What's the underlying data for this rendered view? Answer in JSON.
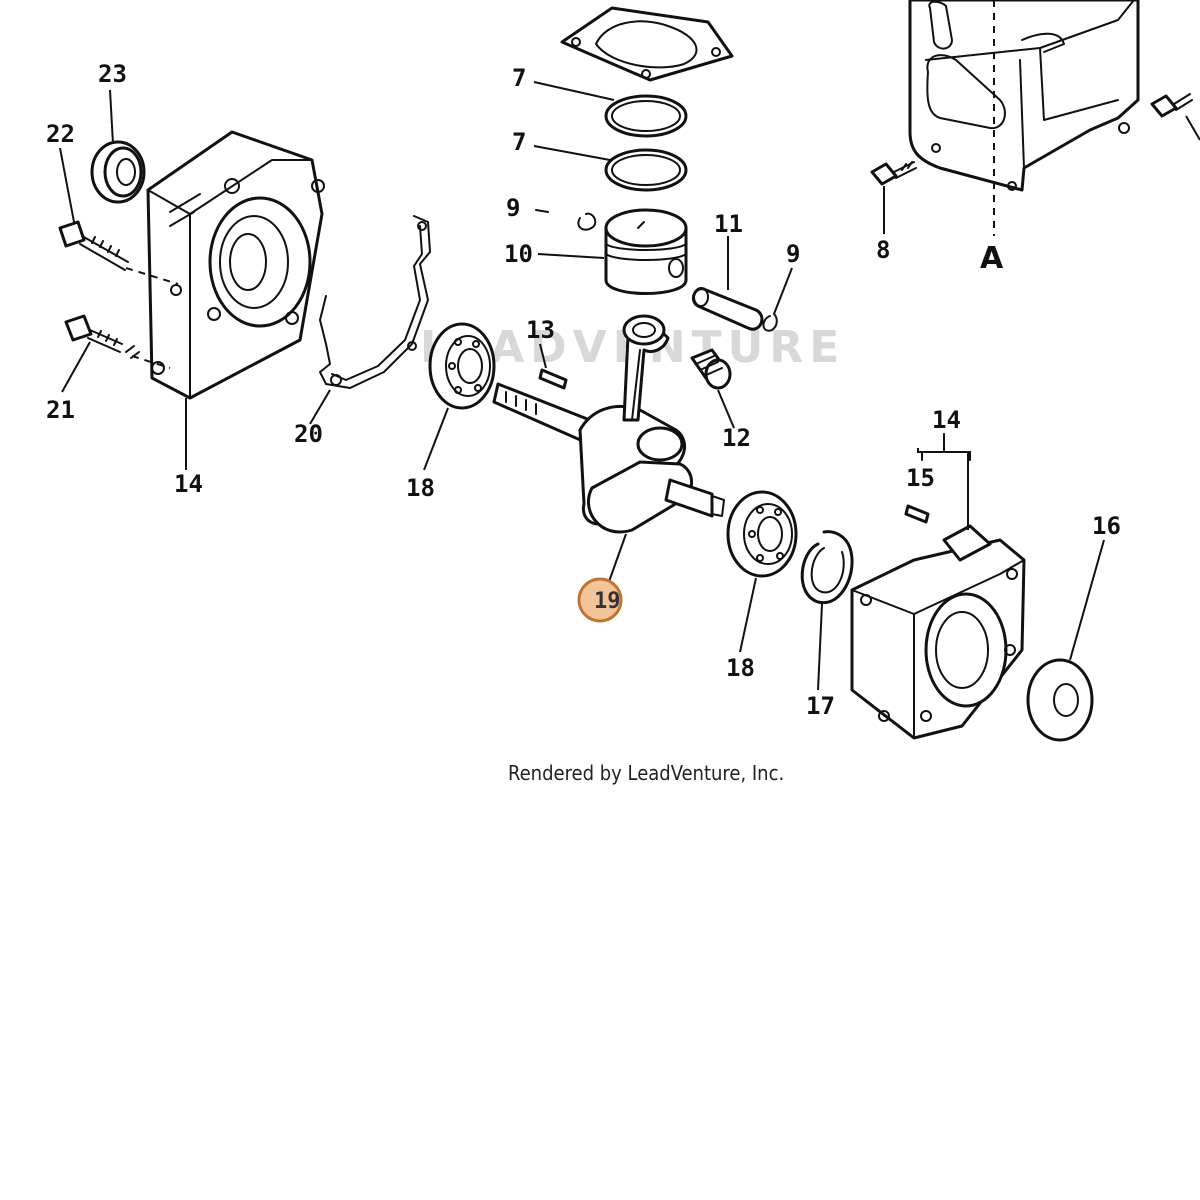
{
  "diagram": {
    "watermark": "LEADVENTURE",
    "credit": "Rendered by LeadVenture, Inc.",
    "view_marker": "A",
    "highlighted_part": "19",
    "colors": {
      "highlight_fill": "#f3c39a",
      "highlight_stroke": "#c0762f",
      "ink": "#111111"
    },
    "callouts": [
      {
        "id": "c23",
        "label": "23"
      },
      {
        "id": "c22",
        "label": "22"
      },
      {
        "id": "c21",
        "label": "21"
      },
      {
        "id": "c14a",
        "label": "14"
      },
      {
        "id": "c20",
        "label": "20"
      },
      {
        "id": "c7a",
        "label": "7"
      },
      {
        "id": "c7b",
        "label": "7"
      },
      {
        "id": "c9a",
        "label": "9"
      },
      {
        "id": "c10",
        "label": "10"
      },
      {
        "id": "c11",
        "label": "11"
      },
      {
        "id": "c9b",
        "label": "9"
      },
      {
        "id": "c13",
        "label": "13"
      },
      {
        "id": "c12",
        "label": "12"
      },
      {
        "id": "c18a",
        "label": "18"
      },
      {
        "id": "c18b",
        "label": "18"
      },
      {
        "id": "c17",
        "label": "17"
      },
      {
        "id": "c14b",
        "label": "14"
      },
      {
        "id": "c15",
        "label": "15"
      },
      {
        "id": "c16",
        "label": "16"
      },
      {
        "id": "c8",
        "label": "8"
      }
    ]
  }
}
